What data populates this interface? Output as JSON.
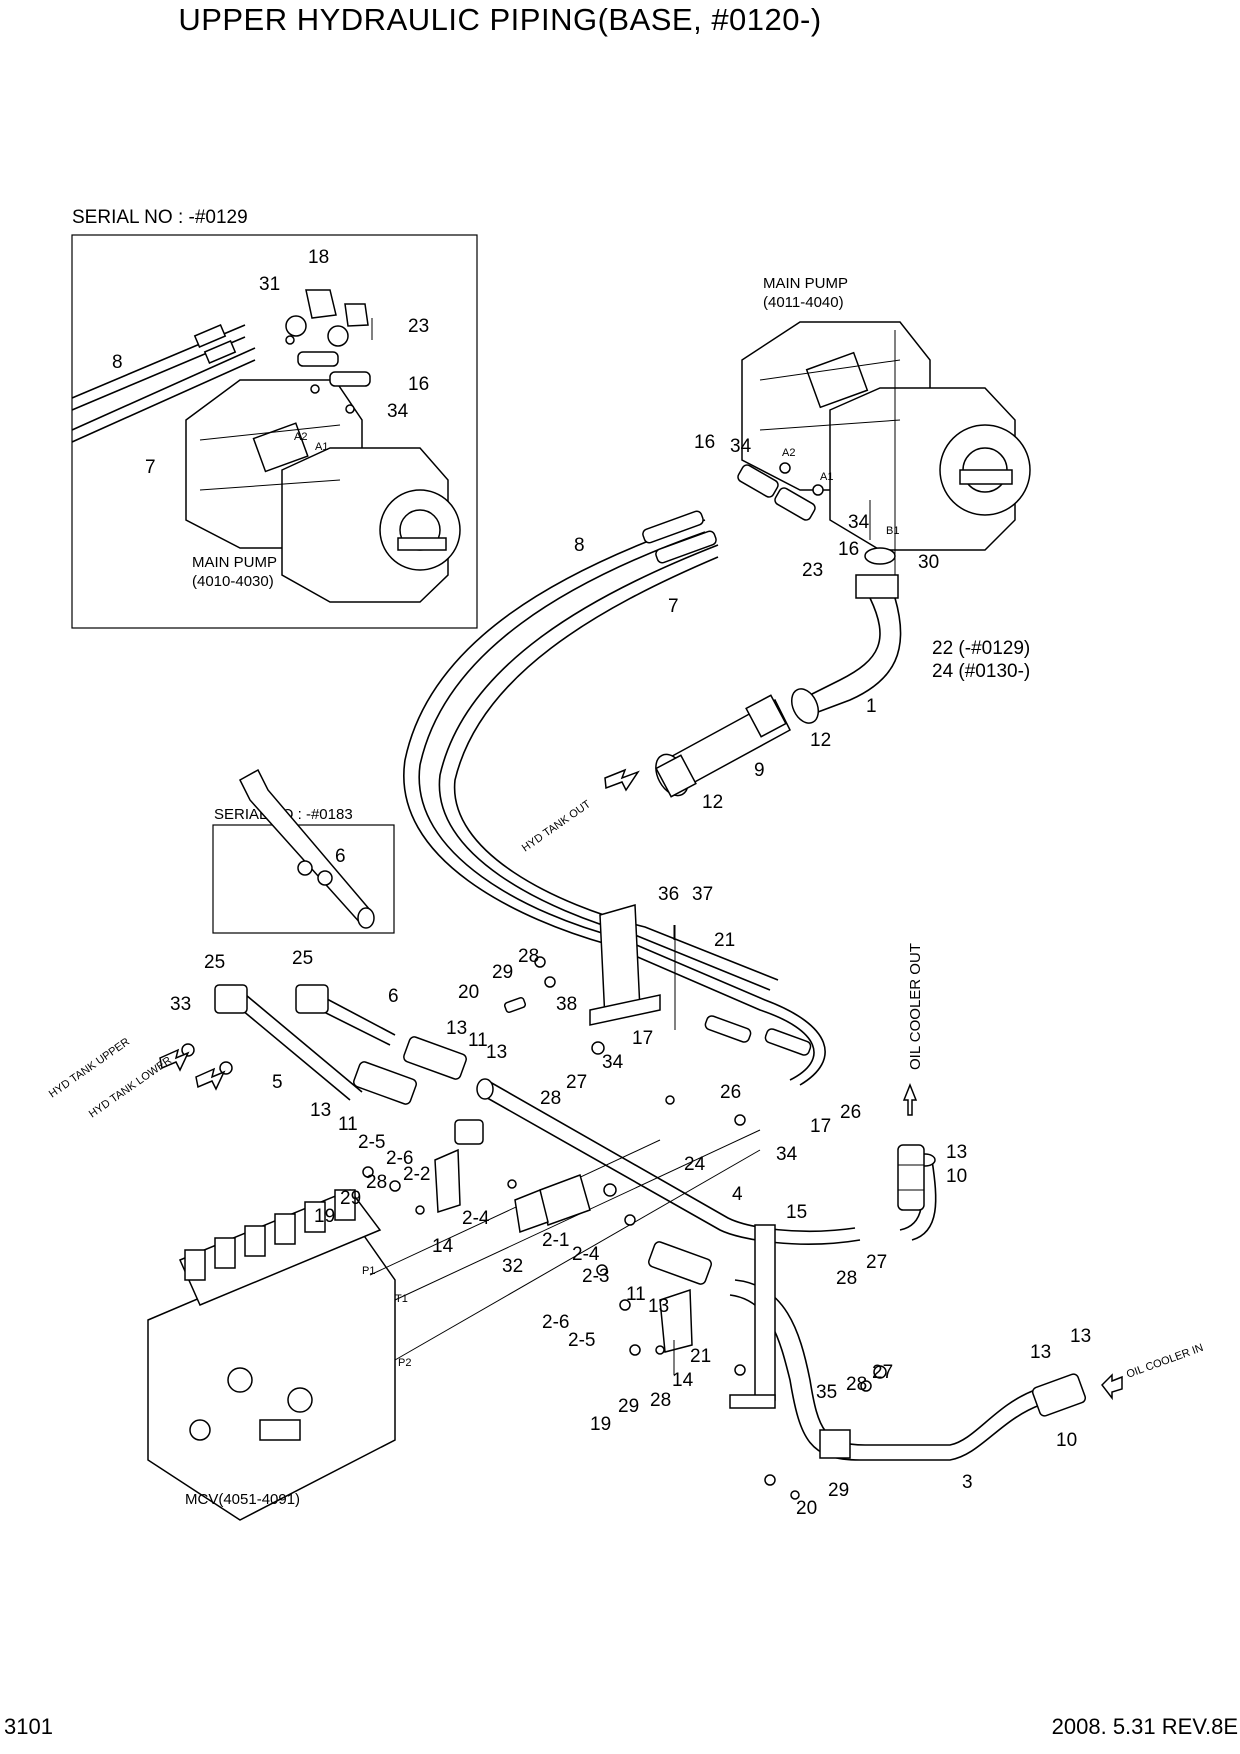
{
  "header": {
    "title": "UPPER HYDRAULIC PIPING(BASE, #0120-)"
  },
  "insets": {
    "pump_inset_serial": "SERIAL NO : -#0129",
    "pipe_inset_serial": "SERIAL NO : -#0183"
  },
  "components": {
    "main_pump_new": "MAIN PUMP",
    "main_pump_new_code": "(4011-4040)",
    "main_pump_old": "MAIN PUMP",
    "main_pump_old_code": "(4010-4030)",
    "mcv": "MCV(4051-4091)"
  },
  "flow_labels": {
    "hyd_tank_out": "HYD TANK OUT",
    "hyd_tank_upper": "HYD TANK UPPER",
    "hyd_tank_lower": "HYD TANK LOWER",
    "oil_cooler_out": "OIL COOLER OUT",
    "oil_cooler_in": "OIL COOLER IN"
  },
  "port_labels": [
    "A2",
    "A1",
    "A2",
    "A1",
    "B1",
    "P1",
    "T1",
    "P2"
  ],
  "callouts": [
    "18",
    "31",
    "23",
    "8",
    "16",
    "34",
    "7",
    "16",
    "34",
    "34",
    "16",
    "23",
    "30",
    "8",
    "7",
    "22 (-#0129)",
    "24 (#0130-)",
    "1",
    "12",
    "9",
    "12",
    "6",
    "36",
    "37",
    "21",
    "25",
    "25",
    "29",
    "28",
    "6",
    "20",
    "38",
    "33",
    "13",
    "11",
    "13",
    "17",
    "34",
    "26",
    "5",
    "27",
    "28",
    "26",
    "17",
    "13",
    "11",
    "2-5",
    "2-6",
    "2-2",
    "28",
    "29",
    "24",
    "34",
    "13",
    "10",
    "19",
    "14",
    "2-4",
    "4",
    "15",
    "32",
    "2-1",
    "2-4",
    "2-3",
    "11",
    "27",
    "28",
    "13",
    "2-6",
    "2-5",
    "21",
    "14",
    "29",
    "28",
    "19",
    "35",
    "28",
    "27",
    "13",
    "13",
    "10",
    "3",
    "29",
    "20"
  ],
  "footer": {
    "page_number": "3101",
    "revision": "2008. 5.31  REV.8E"
  }
}
